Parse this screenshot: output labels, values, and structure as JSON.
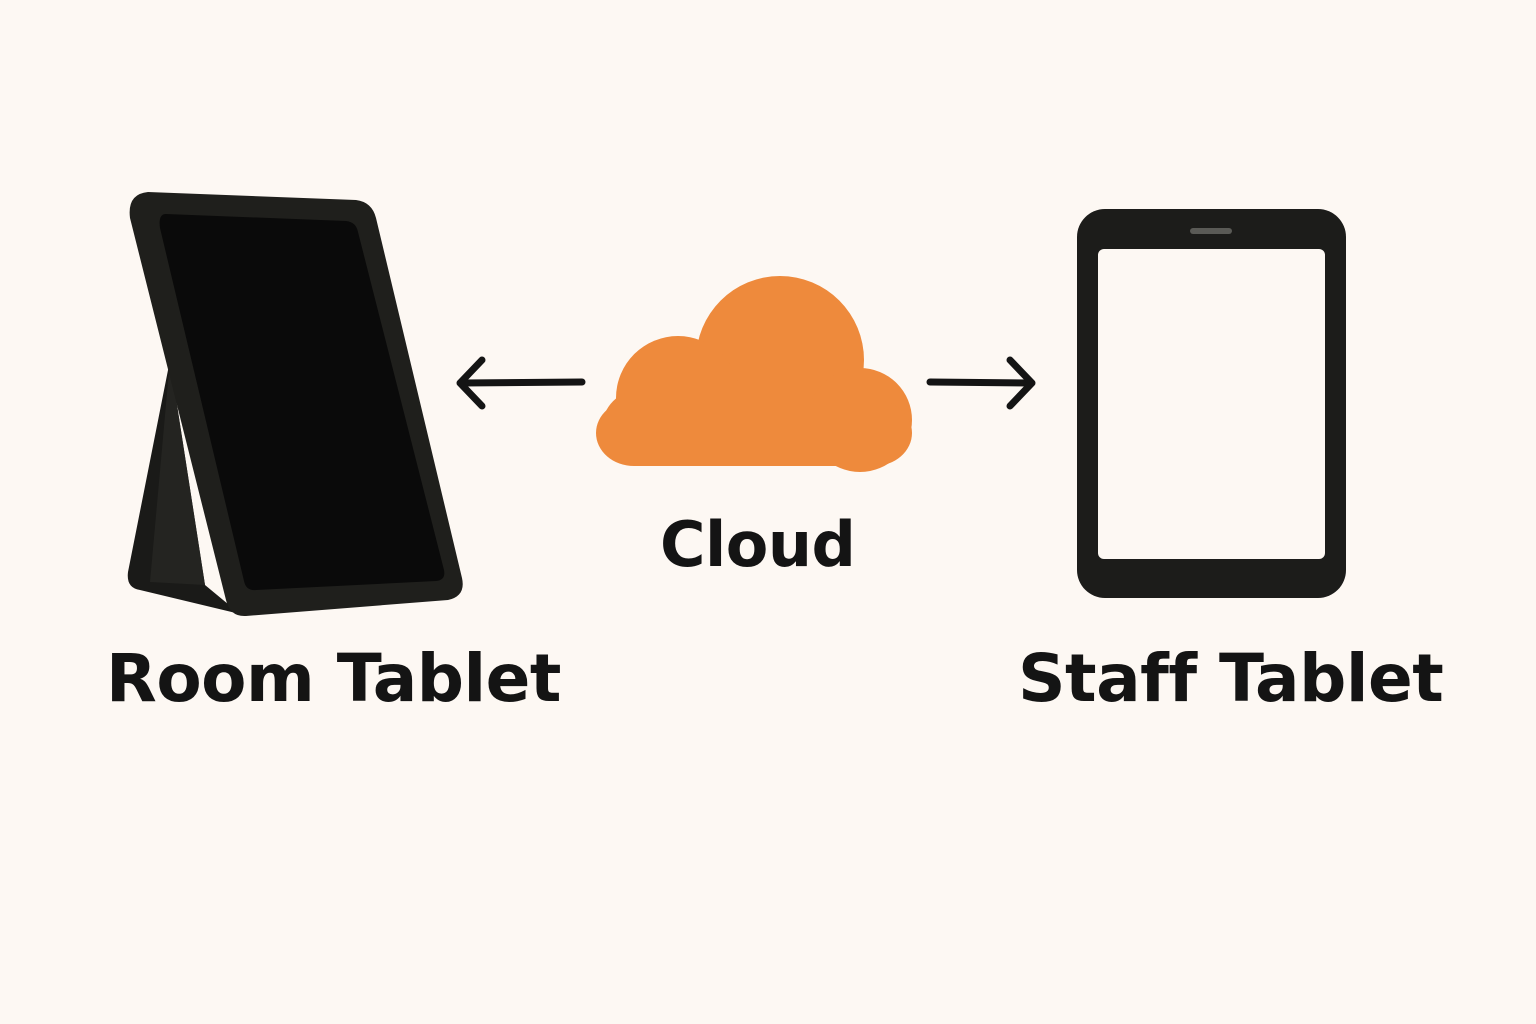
{
  "nodes": {
    "room_tablet": {
      "label": "Room Tablet",
      "icon": "standing-tablet-icon"
    },
    "cloud": {
      "label": "Cloud",
      "icon": "cloud-icon"
    },
    "staff_tablet": {
      "label": "Staff Tablet",
      "icon": "tablet-icon"
    }
  },
  "edges": [
    {
      "from": "cloud",
      "to": "room_tablet",
      "direction": "left"
    },
    {
      "from": "cloud",
      "to": "staff_tablet",
      "direction": "right"
    }
  ],
  "colors": {
    "background": "#fdf8f3",
    "cloud": "#ee8a3c",
    "device_body": "#1c1c1a",
    "room_screen": "#0a0a0a",
    "staff_screen": "#fdf8f3",
    "text": "#141414",
    "arrow": "#141414"
  }
}
